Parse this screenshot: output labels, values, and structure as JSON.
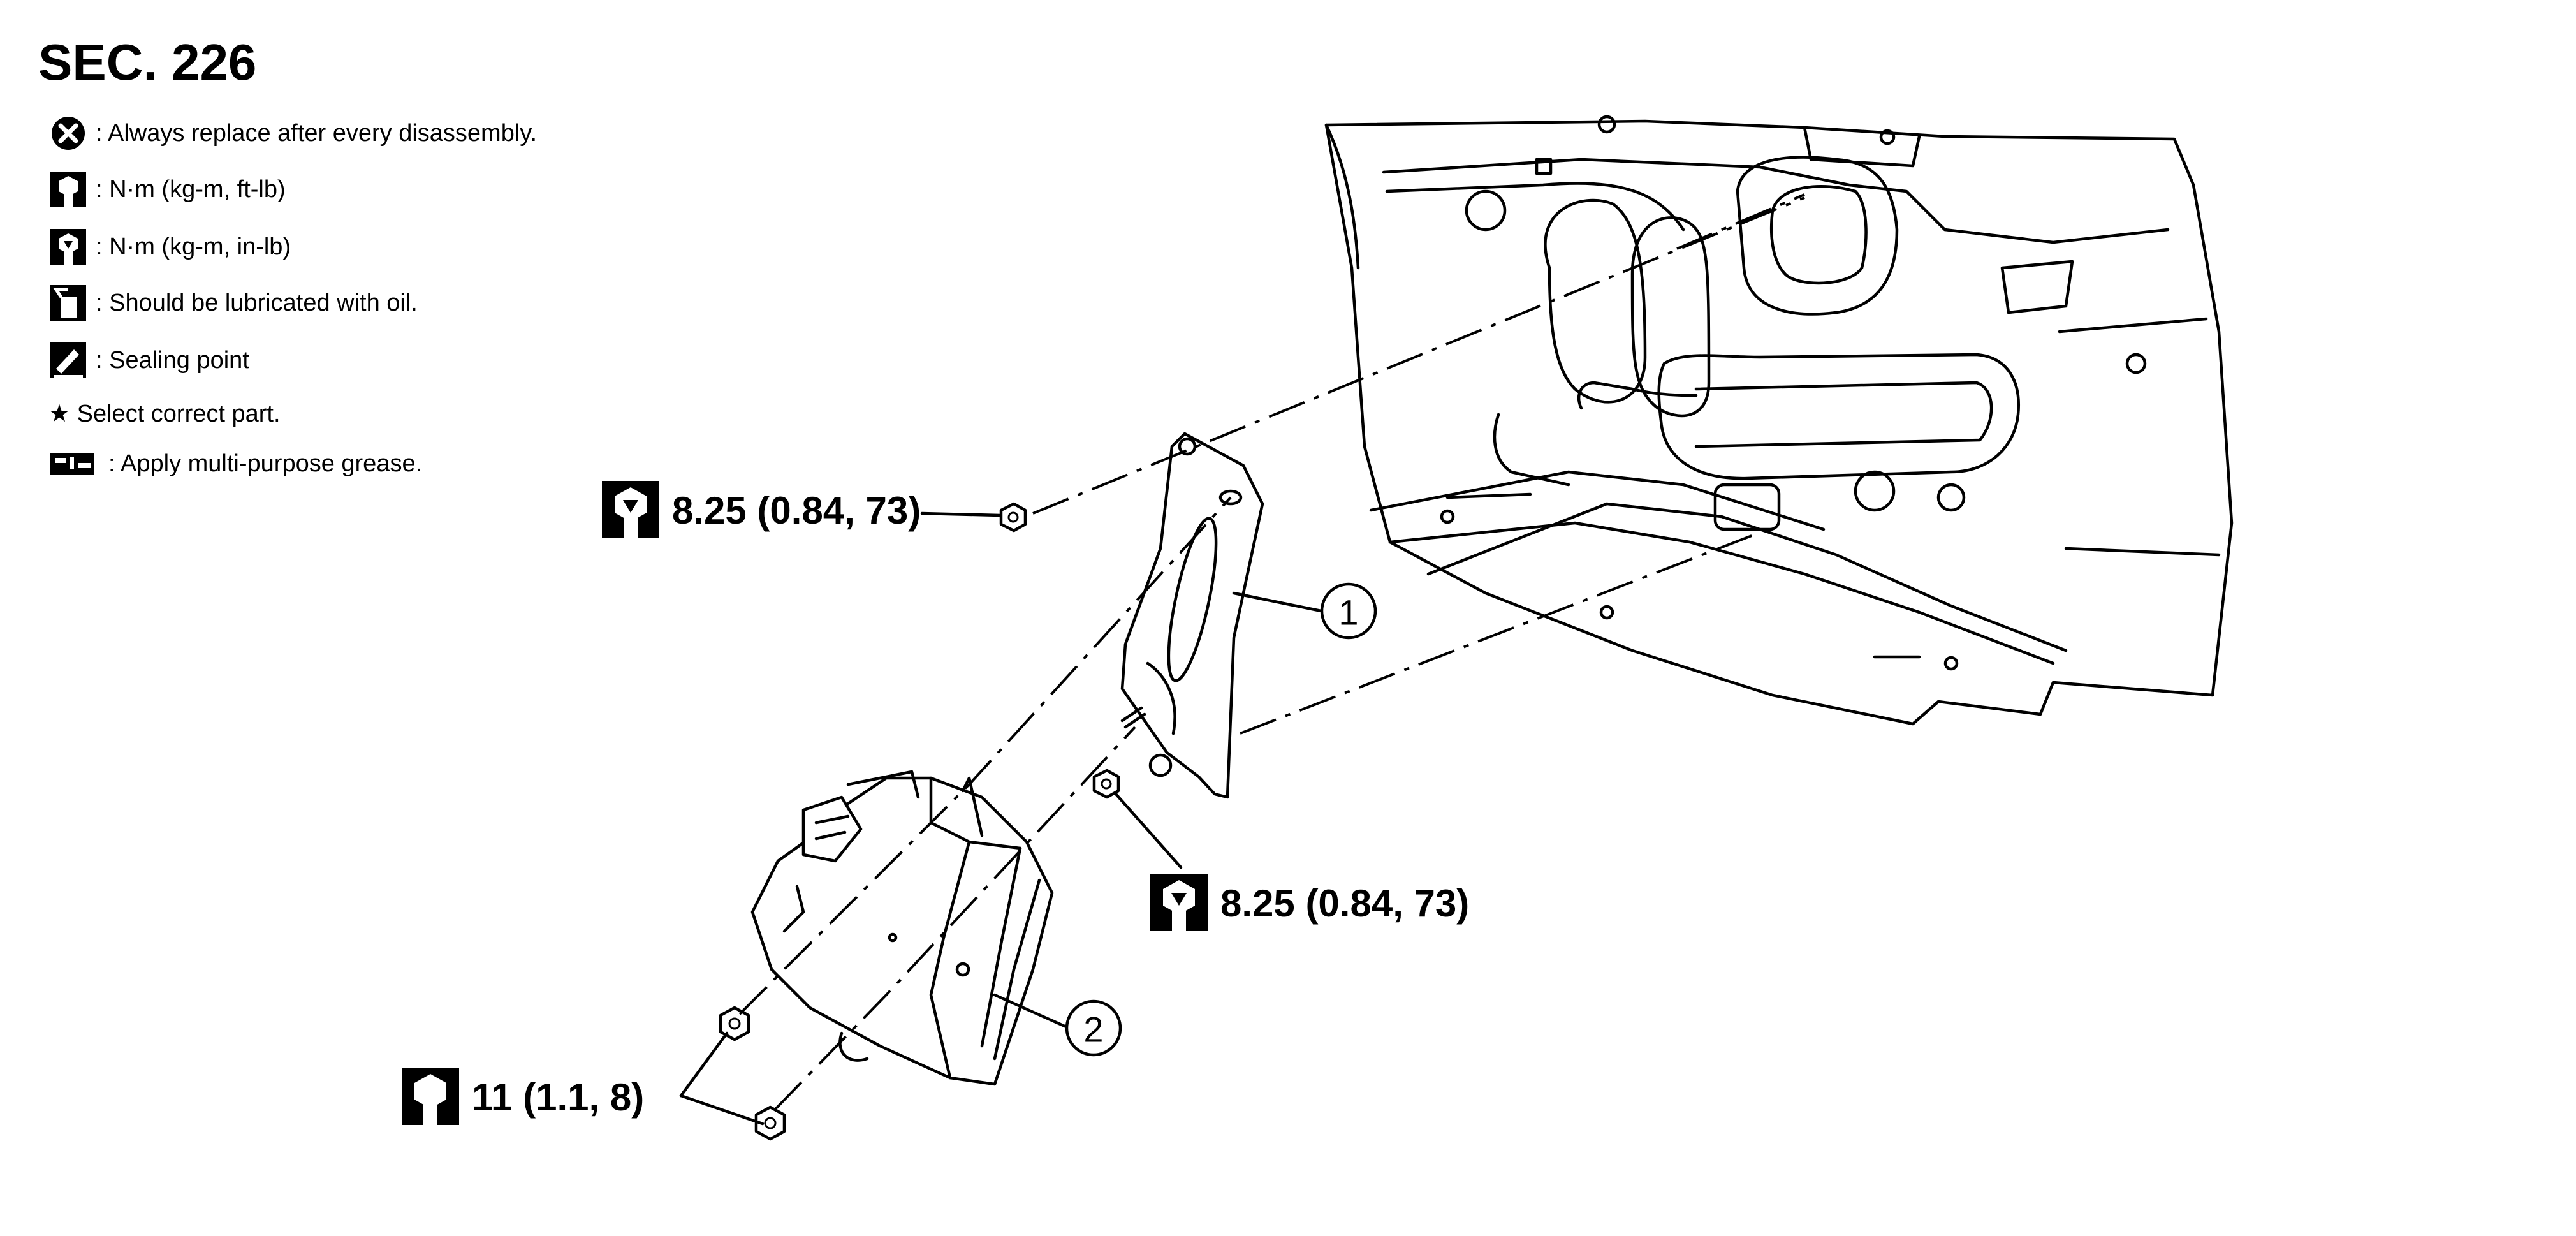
{
  "section": "SEC. 226",
  "legend": [
    {
      "icon": "circle-x-icon",
      "text": ": Always replace after every disassembly."
    },
    {
      "icon": "wrench-ft-lb-icon",
      "text": ": N·m (kg-m, ft-lb)"
    },
    {
      "icon": "wrench-in-lb-icon",
      "text": ": N·m (kg-m, in-lb)"
    },
    {
      "icon": "oil-can-icon",
      "text": ": Should be lubricated with oil."
    },
    {
      "icon": "sealing-point-icon",
      "text": ": Sealing point"
    },
    {
      "icon": "star-icon",
      "text": "★ Select correct part."
    },
    {
      "icon": "grease-tube-icon",
      "text": ": Apply multi-purpose grease."
    }
  ],
  "torque": {
    "upper_bolt": "8.25 (0.84, 73)",
    "middle_bolt": "8.25 (0.84, 73)",
    "lower_nuts": "11 (1.1, 8)"
  },
  "parts": {
    "bracket": "1",
    "control_unit": "2"
  }
}
